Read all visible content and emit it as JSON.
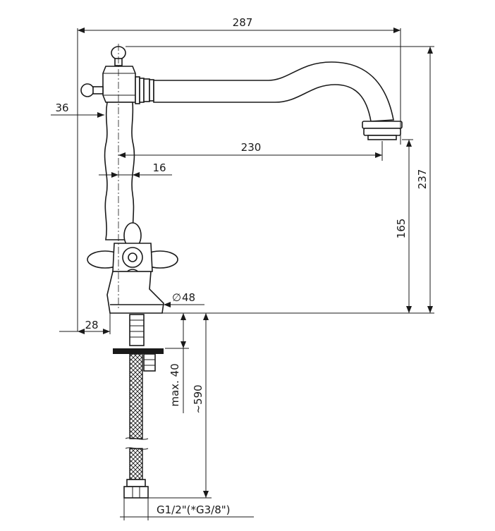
{
  "dimensions": {
    "overall_width": "287",
    "top_height": "36",
    "spout_reach": "230",
    "stem_offset": "16",
    "total_height": "237",
    "spout_height": "165",
    "base_diameter": "48",
    "diameter_symbol": "∅",
    "base_offset": "28",
    "max_deck": "max. 40",
    "hose_length": "~590",
    "thread": "G1/2\"(*G3/8\")"
  },
  "icons": {
    "faucet": "kitchen-faucet-drawing",
    "hose": "braided-hose-drawing"
  }
}
